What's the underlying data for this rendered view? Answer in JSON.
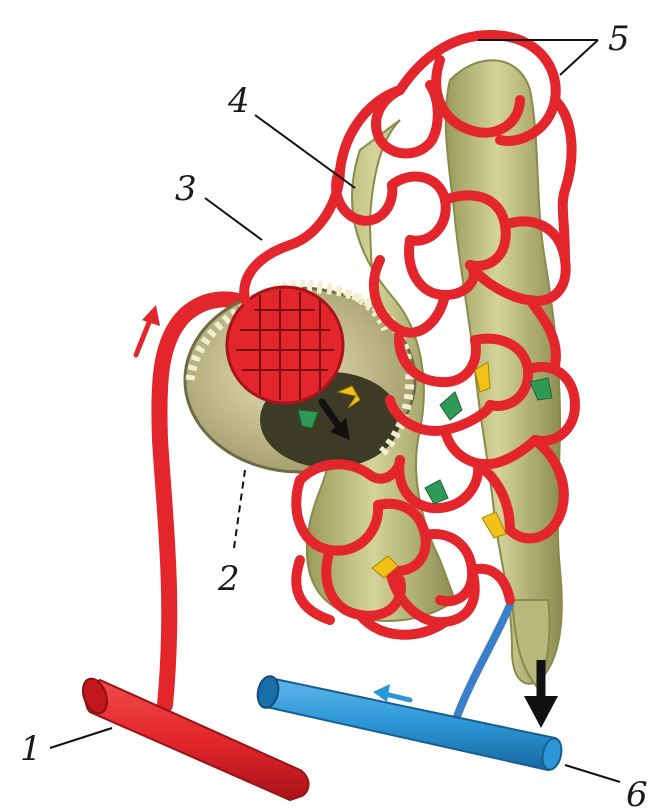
{
  "diagram": {
    "labels": {
      "afferent_vessel": "1",
      "glomerular_capsule": "2",
      "efferent_arteriole": "3",
      "tubule": "4",
      "peritubular_capillaries": "5",
      "vein": "6"
    },
    "colors": {
      "artery": "#e3262b",
      "artery_dark": "#b8161b",
      "vein": "#2b95d6",
      "vein_dark": "#1a6fa8",
      "tubule": "#c9c98a",
      "tubule_dark": "#8f8f55",
      "capsule": "#d8d2a6",
      "reabsorption_arrow": "#2f9a55",
      "secretion_arrow": "#f2c21b",
      "flow_arrow": "#111111"
    }
  }
}
